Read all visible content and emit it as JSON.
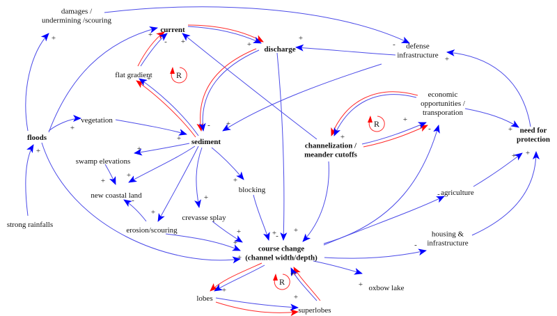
{
  "diagram": {
    "type": "causal-loop-diagram",
    "colors": {
      "link": "#3333ee",
      "arrowhead": "#0000ff",
      "loop_highlight": "#ff0000",
      "text": "#111111",
      "background": "#ffffff"
    },
    "nodes": {
      "damages": {
        "lines": [
          "damages /",
          "undermining /scouring"
        ],
        "bold": false
      },
      "current": {
        "lines": [
          "current"
        ],
        "bold": true
      },
      "discharge": {
        "lines": [
          "discharge"
        ],
        "bold": true
      },
      "defense": {
        "lines": [
          "defense",
          "infrastructure"
        ],
        "bold": false
      },
      "flat_gradient": {
        "lines": [
          "flat gradient"
        ],
        "bold": false
      },
      "economic": {
        "lines": [
          "economic",
          "opportunities /",
          "transporation"
        ],
        "bold": false
      },
      "need": {
        "lines": [
          "need for",
          "protection"
        ],
        "bold": true
      },
      "floods": {
        "lines": [
          "floods"
        ],
        "bold": true
      },
      "vegetation": {
        "lines": [
          "vegetation"
        ],
        "bold": false
      },
      "sediment": {
        "lines": [
          "sediment"
        ],
        "bold": true
      },
      "channelization": {
        "lines": [
          "channelization /",
          "meander cutoffs"
        ],
        "bold": true
      },
      "swamp": {
        "lines": [
          "swamp elevations"
        ],
        "bold": false
      },
      "coastal": {
        "lines": [
          "new coastal land"
        ],
        "bold": false
      },
      "blocking": {
        "lines": [
          "blocking"
        ],
        "bold": false
      },
      "agriculture": {
        "lines": [
          "agriculture"
        ],
        "bold": false
      },
      "crevasse": {
        "lines": [
          "crevasse splay"
        ],
        "bold": false
      },
      "erosion": {
        "lines": [
          "erosion/scouring"
        ],
        "bold": false
      },
      "rainfalls": {
        "lines": [
          "strong rainfalls"
        ],
        "bold": false
      },
      "housing": {
        "lines": [
          "housing &",
          "infrastructure"
        ],
        "bold": false
      },
      "course": {
        "lines": [
          "course change",
          "(channel width/depth)"
        ],
        "bold": true
      },
      "oxbow": {
        "lines": [
          "oxbow lake"
        ],
        "bold": false
      },
      "lobes": {
        "lines": [
          "lobes"
        ],
        "bold": false
      },
      "superlobes": {
        "lines": [
          "superlobes"
        ],
        "bold": false
      }
    },
    "links": [
      {
        "from": "floods",
        "to": "damages",
        "polarity": "+",
        "highlight": false
      },
      {
        "from": "damages",
        "to": "defense",
        "polarity": "-",
        "highlight": false
      },
      {
        "from": "floods",
        "to": "current",
        "polarity": "+",
        "highlight": false
      },
      {
        "from": "current",
        "to": "discharge",
        "polarity": "+",
        "highlight": true
      },
      {
        "from": "defense",
        "to": "discharge",
        "polarity": "+",
        "highlight": false
      },
      {
        "from": "flat_gradient",
        "to": "current",
        "polarity": "-",
        "highlight": true
      },
      {
        "from": "channelization",
        "to": "current",
        "polarity": "+",
        "highlight": false
      },
      {
        "from": "discharge",
        "to": "sediment",
        "polarity": "-",
        "highlight": true
      },
      {
        "from": "sediment",
        "to": "flat_gradient",
        "polarity": "+",
        "highlight": true
      },
      {
        "from": "defense",
        "to": "sediment",
        "polarity": "+",
        "highlight": false
      },
      {
        "from": "floods",
        "to": "vegetation",
        "polarity": "+",
        "highlight": false
      },
      {
        "from": "vegetation",
        "to": "sediment",
        "polarity": "+",
        "highlight": false
      },
      {
        "from": "rainfalls",
        "to": "floods",
        "polarity": "+",
        "highlight": false
      },
      {
        "from": "sediment",
        "to": "swamp",
        "polarity": "+",
        "highlight": false
      },
      {
        "from": "sediment",
        "to": "coastal",
        "polarity": "+",
        "highlight": false
      },
      {
        "from": "swamp",
        "to": "coastal",
        "polarity": "+",
        "highlight": false
      },
      {
        "from": "erosion",
        "to": "coastal",
        "polarity": "-",
        "highlight": false
      },
      {
        "from": "sediment",
        "to": "erosion",
        "polarity": "+",
        "highlight": false
      },
      {
        "from": "sediment",
        "to": "crevasse",
        "polarity": "+",
        "highlight": false
      },
      {
        "from": "sediment",
        "to": "blocking",
        "polarity": "+",
        "highlight": false
      },
      {
        "from": "crevasse",
        "to": "course",
        "polarity": "+",
        "highlight": false
      },
      {
        "from": "erosion",
        "to": "course",
        "polarity": "+",
        "highlight": false
      },
      {
        "from": "floods",
        "to": "course",
        "polarity": "+",
        "highlight": false
      },
      {
        "from": "blocking",
        "to": "course",
        "polarity": "+",
        "highlight": false
      },
      {
        "from": "discharge",
        "to": "course",
        "polarity": "-",
        "highlight": false
      },
      {
        "from": "channelization",
        "to": "course",
        "polarity": "+",
        "highlight": false
      },
      {
        "from": "economic",
        "to": "channelization",
        "polarity": "+",
        "highlight": true
      },
      {
        "from": "channelization",
        "to": "economic",
        "polarity": "+",
        "highlight": true
      },
      {
        "from": "course",
        "to": "economic",
        "polarity": "-",
        "highlight": false
      },
      {
        "from": "economic",
        "to": "need",
        "polarity": "+",
        "highlight": false
      },
      {
        "from": "need",
        "to": "defense",
        "polarity": "+",
        "highlight": false
      },
      {
        "from": "course",
        "to": "agriculture",
        "polarity": "-",
        "highlight": false
      },
      {
        "from": "agriculture",
        "to": "need",
        "polarity": "+",
        "highlight": false
      },
      {
        "from": "course",
        "to": "housing",
        "polarity": "-",
        "highlight": false
      },
      {
        "from": "housing",
        "to": "need",
        "polarity": "+",
        "highlight": false
      },
      {
        "from": "course",
        "to": "oxbow",
        "polarity": "+",
        "highlight": false
      },
      {
        "from": "course",
        "to": "lobes",
        "polarity": "+",
        "highlight": true
      },
      {
        "from": "lobes",
        "to": "superlobes",
        "polarity": "+",
        "highlight": true
      },
      {
        "from": "superlobes",
        "to": "course",
        "polarity": "+",
        "highlight": true
      }
    ],
    "loops": [
      {
        "id": "loop-current",
        "label": "R",
        "type": "reinforcing"
      },
      {
        "id": "loop-economic",
        "label": "R",
        "type": "reinforcing"
      },
      {
        "id": "loop-lobes",
        "label": "R",
        "type": "reinforcing"
      }
    ]
  }
}
